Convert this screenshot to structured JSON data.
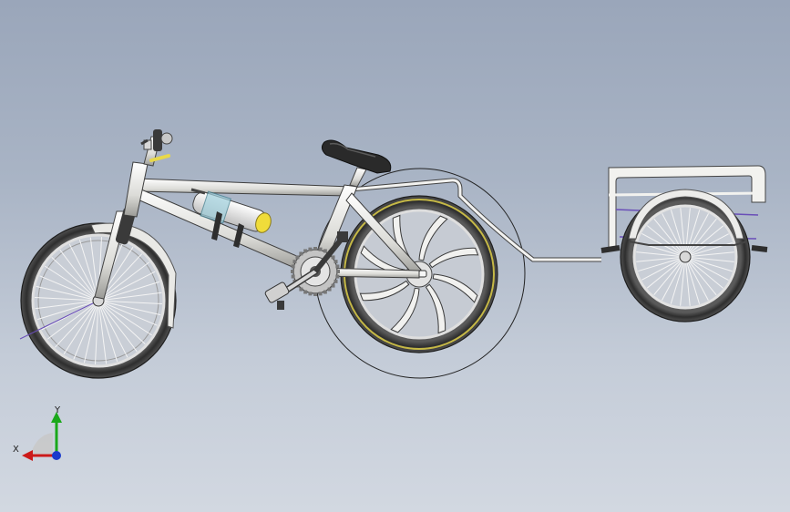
{
  "viewport": {
    "background_top": "#9aa6ba",
    "background_bottom": "#d2d8e1"
  },
  "model": {
    "assemblies": [
      "bicycle",
      "cargo-trailer"
    ],
    "colors": {
      "frame": "#e8e8e4",
      "tire": "#3a3a3a",
      "rim": "#d9d9d9",
      "accent_yellow": "#e8d84a",
      "saddle": "#2a2a2a",
      "spoke_highlight": "#6a4fb8",
      "trailer_frame": "#f0f0ee"
    }
  },
  "triad": {
    "x_label": "X",
    "y_label": "Y",
    "x_color": "#cc1a1a",
    "y_color": "#1aa81a",
    "z_color": "#1a3acc"
  }
}
